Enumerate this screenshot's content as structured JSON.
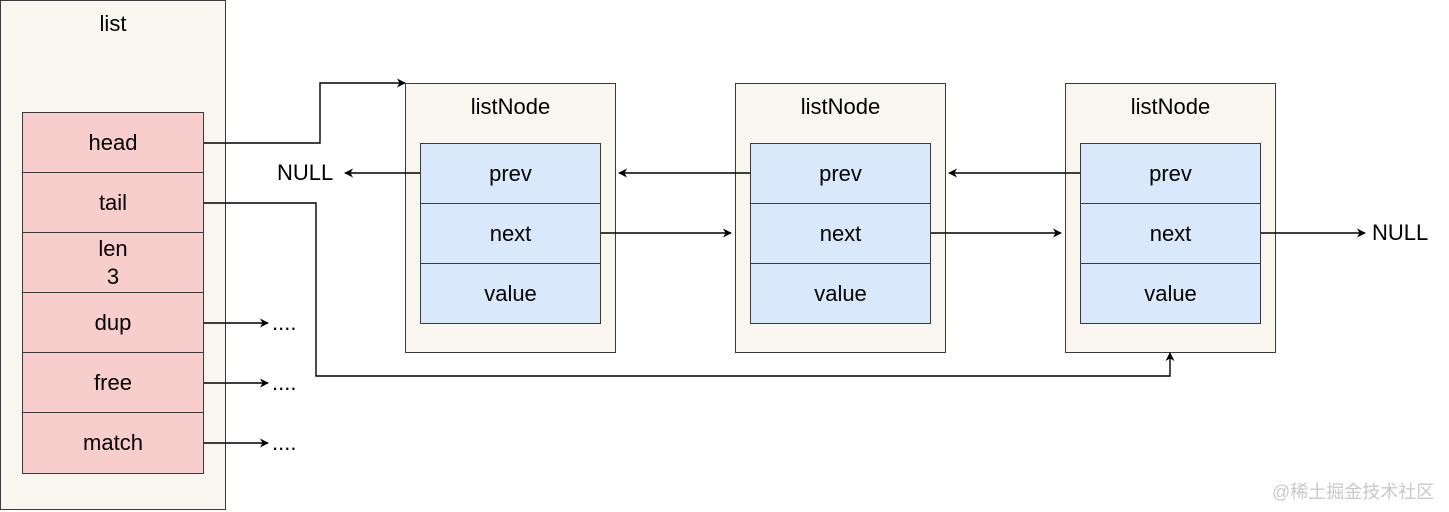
{
  "list": {
    "title": "list",
    "fields": {
      "head": "head",
      "tail": "tail",
      "len_label": "len",
      "len_value": "3",
      "dup": "dup",
      "free": "free",
      "match": "match"
    }
  },
  "nodes": [
    {
      "title": "listNode",
      "prev": "prev",
      "next": "next",
      "value": "value"
    },
    {
      "title": "listNode",
      "prev": "prev",
      "next": "next",
      "value": "value"
    },
    {
      "title": "listNode",
      "prev": "prev",
      "next": "next",
      "value": "value"
    }
  ],
  "labels": {
    "null_left": "NULL",
    "null_right": "NULL",
    "dup_target": "....",
    "free_target": "....",
    "match_target": "...."
  },
  "watermark": "@稀土掘金技术社区",
  "colors": {
    "container_fill": "#f8f6ee",
    "list_field_fill": "#f8cecc",
    "node_field_fill": "#dae8fc",
    "stroke": "#3a3a3a"
  }
}
